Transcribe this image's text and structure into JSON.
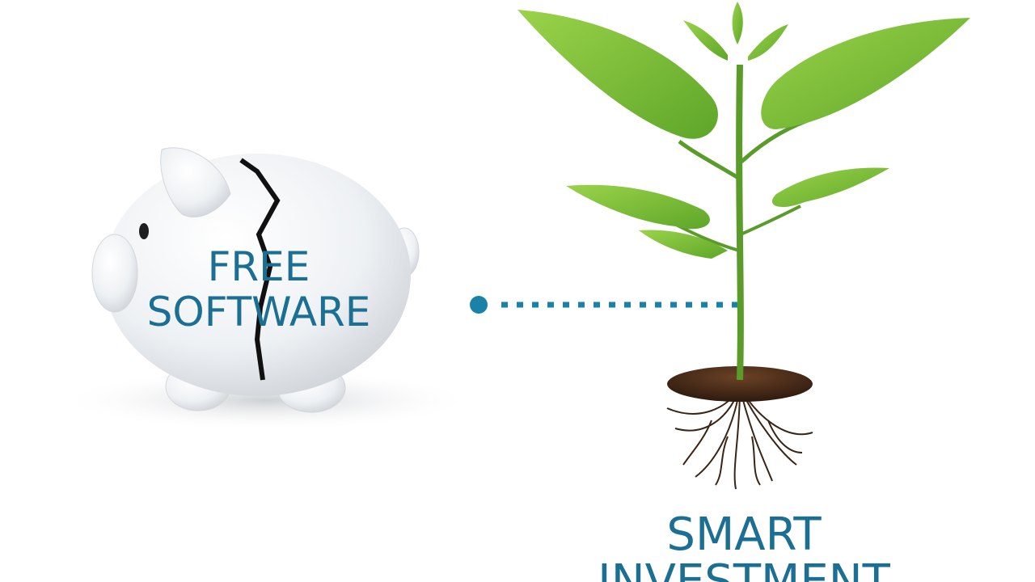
{
  "left": {
    "label_line1": "FREE",
    "label_line2": "SOFTWARE"
  },
  "right": {
    "label_line1": "SMART",
    "label_line2": "INVESTMENT"
  },
  "colors": {
    "text": "#1a6f93",
    "connector": "#1a82a8",
    "leaf": "#7fc23a",
    "stem": "#5a9b2a",
    "soil": "#4a2e1a",
    "pig": "#f2f4f6"
  }
}
